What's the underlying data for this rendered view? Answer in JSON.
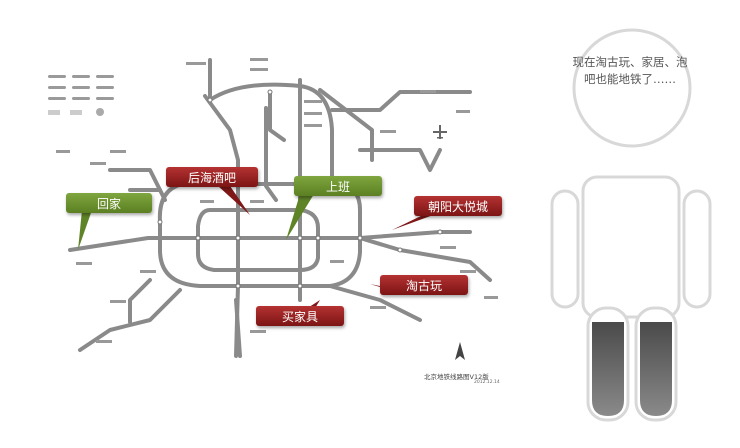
{
  "map": {
    "title": "北京地铁线路图V12版",
    "date": "2012.12.14"
  },
  "callouts": {
    "home": "回家",
    "houhai": "后海酒吧",
    "work": "上班",
    "chaoyang": "朝阳大悦城",
    "taogu": "淘古玩",
    "furniture": "买家具"
  },
  "figure": {
    "speech": "现在淘古玩、家居、泡吧也能地铁了……"
  },
  "colors": {
    "line": "#7a7a7a",
    "green": "#6b8e2f",
    "red": "#9c1f1f",
    "figure_fill": "#555555"
  }
}
